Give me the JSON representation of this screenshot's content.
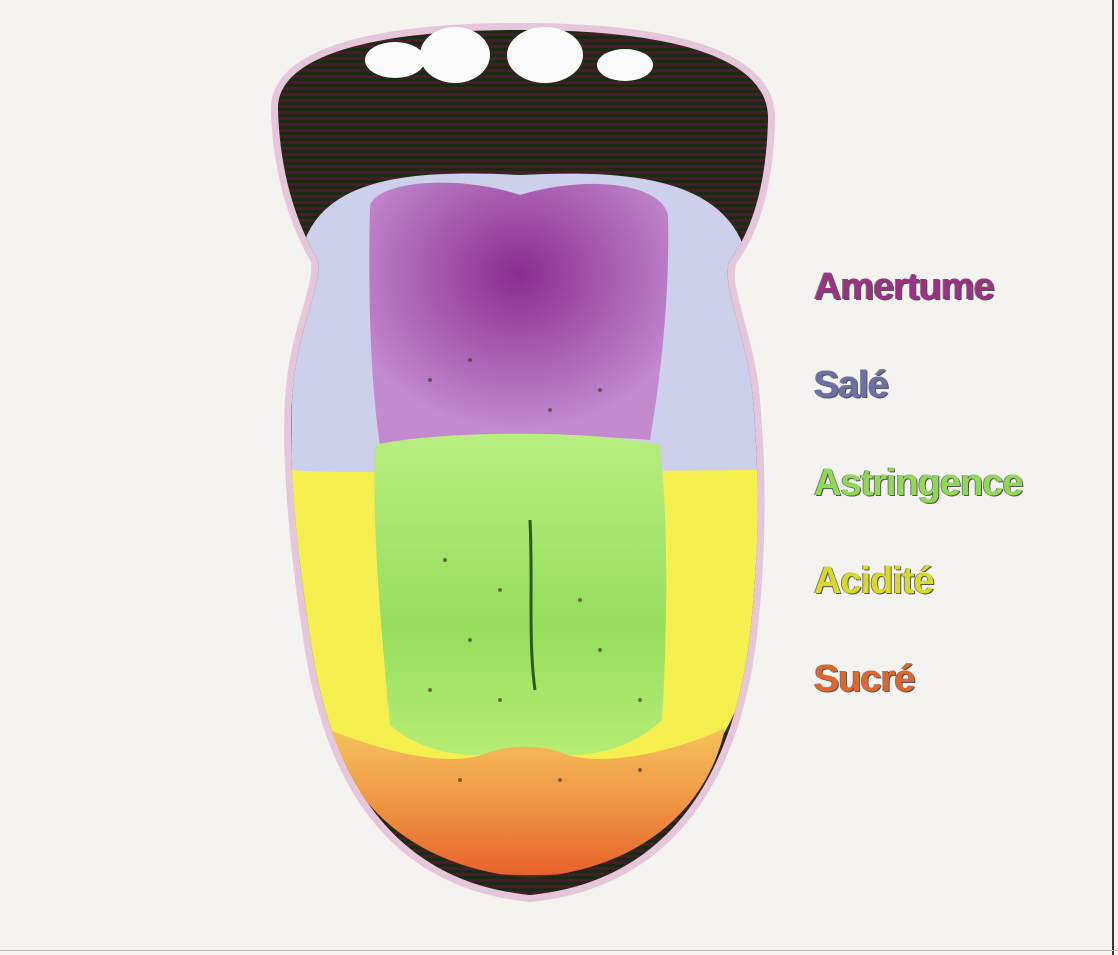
{
  "legend": {
    "items": [
      {
        "label": "Amertume",
        "color": "#9c2f86"
      },
      {
        "label": "Salé",
        "color": "#6d6fa8"
      },
      {
        "label": "Astringence",
        "color": "#8fd957"
      },
      {
        "label": "Acidité",
        "color": "#d9d92c"
      },
      {
        "label": "Sucré",
        "color": "#e0662c"
      }
    ]
  },
  "regions": {
    "bitter_color": "#a15aaa",
    "salty_color": "#c9cce8",
    "astringent_color": "#a6e870",
    "sour_color": "#f5f04a",
    "sweet_color": "#f3a24a"
  }
}
